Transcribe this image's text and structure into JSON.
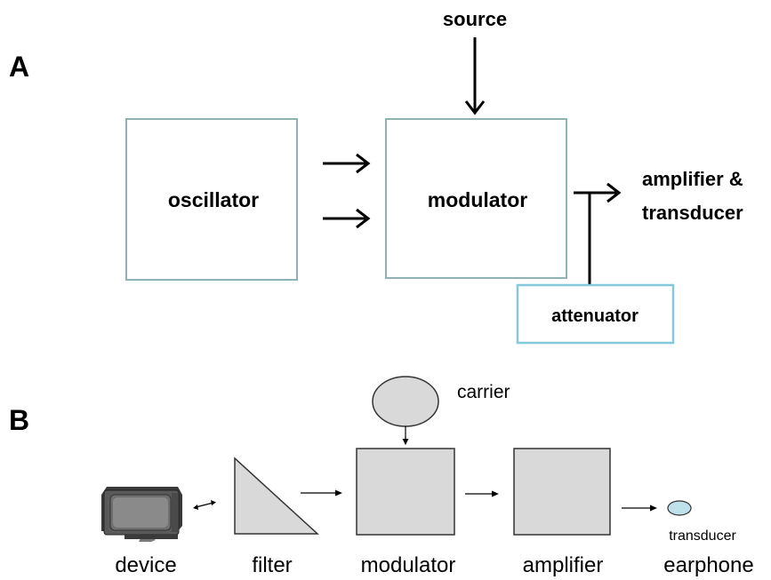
{
  "panel_a": {
    "label": "A",
    "source_label": "source",
    "oscillator_label": "oscillator",
    "modulator_label": "modulator",
    "output_label_line1": "amplifier &",
    "output_label_line2": "transducer",
    "attenuator_label": "attenuator"
  },
  "panel_b": {
    "label": "B",
    "carrier_label": "carrier",
    "device_label": "device",
    "filter_label": "filter",
    "modulator_label": "modulator",
    "amplifier_label": "amplifier",
    "transducer_label": "transducer",
    "earphone_label": "earphone"
  },
  "colors": {
    "box_border": "#8fb2b2",
    "attenuator_border": "#84c8dc",
    "block_fill": "#d9d9d9",
    "block_border": "#333333",
    "earphone_fill": "#bfe2ea"
  }
}
